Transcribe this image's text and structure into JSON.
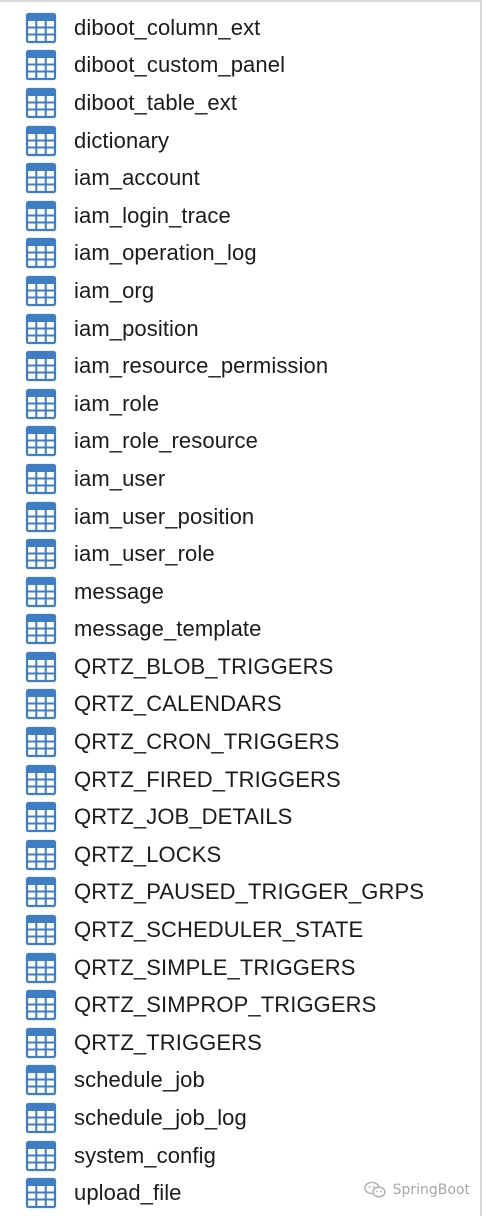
{
  "tables": [
    "diboot_column_ext",
    "diboot_custom_panel",
    "diboot_table_ext",
    "dictionary",
    "iam_account",
    "iam_login_trace",
    "iam_operation_log",
    "iam_org",
    "iam_position",
    "iam_resource_permission",
    "iam_role",
    "iam_role_resource",
    "iam_user",
    "iam_user_position",
    "iam_user_role",
    "message",
    "message_template",
    "QRTZ_BLOB_TRIGGERS",
    "QRTZ_CALENDARS",
    "QRTZ_CRON_TRIGGERS",
    "QRTZ_FIRED_TRIGGERS",
    "QRTZ_JOB_DETAILS",
    "QRTZ_LOCKS",
    "QRTZ_PAUSED_TRIGGER_GRPS",
    "QRTZ_SCHEDULER_STATE",
    "QRTZ_SIMPLE_TRIGGERS",
    "QRTZ_SIMPROP_TRIGGERS",
    "QRTZ_TRIGGERS",
    "schedule_job",
    "schedule_job_log",
    "system_config",
    "upload_file"
  ],
  "icon": {
    "name": "table-icon",
    "color": "#3f7ec4",
    "fill": "#ffffff"
  },
  "watermark": {
    "text": "SpringBoot",
    "icon": "wechat-icon"
  }
}
